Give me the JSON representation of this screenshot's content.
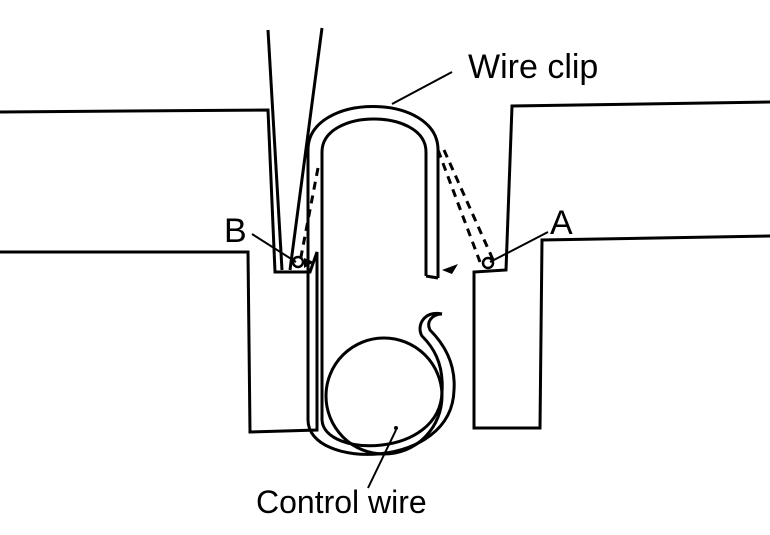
{
  "labels": {
    "wire_clip": "Wire clip",
    "point_a": "A",
    "point_b": "B",
    "control_wire": "Control wire"
  },
  "colors": {
    "ink": "#000000",
    "paper": "#ffffff"
  }
}
